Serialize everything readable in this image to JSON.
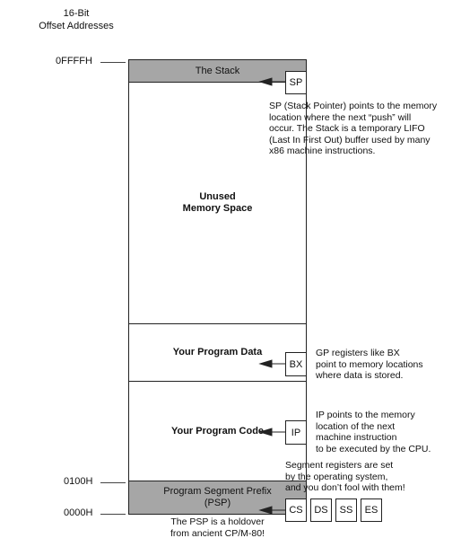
{
  "header": {
    "line1": "16-Bit",
    "line2": "Offset Addresses"
  },
  "addresses": {
    "top": "0FFFFH",
    "psp_start": "0100H",
    "bottom": "0000H"
  },
  "segments": {
    "stack": "The Stack",
    "unused_line1": "Unused",
    "unused_line2": "Memory Space",
    "data": "Your Program Data",
    "code": "Your Program Code",
    "psp_line1": "Program Segment Prefix",
    "psp_line2": "(PSP)"
  },
  "registers": {
    "sp": "SP",
    "bx": "BX",
    "ip": "IP",
    "cs": "CS",
    "ds": "DS",
    "ss": "SS",
    "es": "ES"
  },
  "notes": {
    "sp": [
      "SP (Stack Pointer) points to the memory",
      "location where the next “push” will",
      "occur. The Stack is a temporary LIFO",
      "(Last In First Out) buffer used by many",
      "x86 machine instructions."
    ],
    "bx": [
      "GP registers like BX",
      "point to memory locations",
      "where data is stored."
    ],
    "ip": [
      "IP points to the memory",
      "location of the next",
      "machine instruction",
      "to be executed by the CPU."
    ],
    "seg": [
      "Segment registers are set",
      "by the operating system,",
      "and you don’t fool with them!"
    ],
    "psp": [
      "The PSP is a holdover",
      "from ancient CP/M-80!"
    ]
  },
  "colors": {
    "segment_fill": "#a6a6a6",
    "border": "#222222"
  }
}
